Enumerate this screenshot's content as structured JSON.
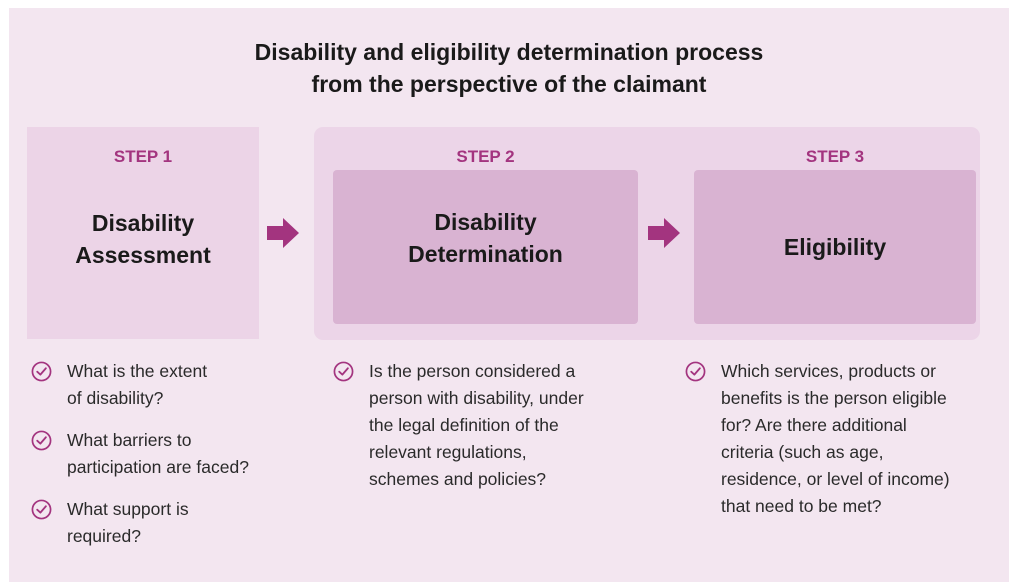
{
  "title": {
    "line1": "Disability and eligibility determination process",
    "line2": "from the perspective of the claimant"
  },
  "colors": {
    "background": "#f3e6f0",
    "step1_panel": "#ecd4e7",
    "step23_panel": "#ecd5e8",
    "inner_box": "#d9b3d2",
    "accent": "#a3347f",
    "text": "#222222"
  },
  "steps": [
    {
      "label": "STEP 1",
      "title_lines": [
        "Disability",
        "Assessment"
      ],
      "questions": [
        [
          "What is the extent",
          "of disability?"
        ],
        [
          "What barriers to",
          "participation are faced?"
        ],
        [
          "What support is",
          "required?"
        ]
      ]
    },
    {
      "label": "STEP 2",
      "title_lines": [
        "Disability",
        "Determination"
      ],
      "questions": [
        [
          "Is the person considered a",
          "person with disability, under",
          "the legal definition of the",
          "relevant regulations,",
          "schemes and policies?"
        ]
      ]
    },
    {
      "label": "STEP 3",
      "title_lines": [
        "Eligibility"
      ],
      "questions": [
        [
          "Which services, products or",
          "benefits is the person eligible",
          "for? Are there additional",
          "criteria (such as age,",
          "residence, or level of income)",
          "that need to be met?"
        ]
      ]
    }
  ],
  "icons": {
    "arrow": "right-arrow-icon",
    "check": "check-circle-icon"
  }
}
